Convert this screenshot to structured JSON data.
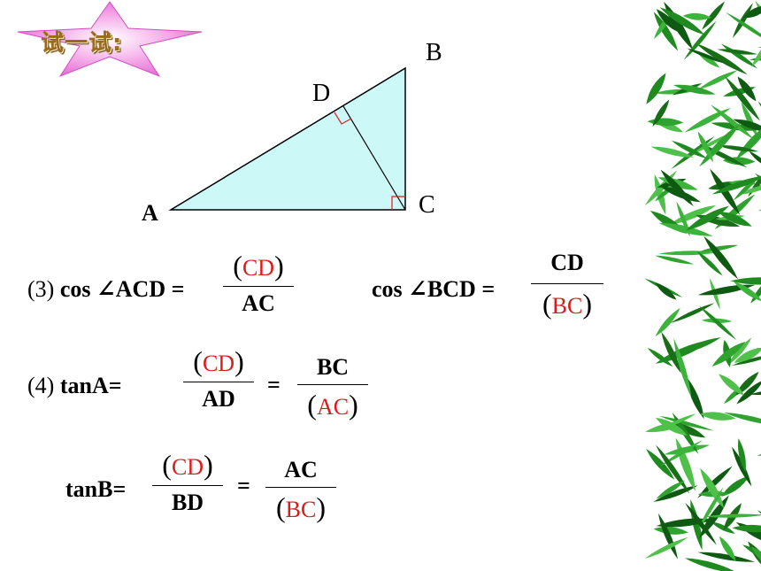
{
  "badge": {
    "text": "试一试:"
  },
  "figure": {
    "labels": {
      "A": "A",
      "B": "B",
      "C": "C",
      "D": "D"
    },
    "colors": {
      "fill": "#ccf8f8",
      "right_angle_mark": "#e01a1a"
    }
  },
  "row3": {
    "prefix": "(3)",
    "left_label": "cos ∠ACD =",
    "left_num": "CD",
    "left_den": "AC",
    "right_label": "cos ∠BCD =",
    "right_num": "CD",
    "right_den": "BC"
  },
  "row4": {
    "prefix": "(4)",
    "label": "tanA=",
    "num1": "CD",
    "den1": "AD",
    "eq": "=",
    "num2": "BC",
    "den2": "AC"
  },
  "row5": {
    "label": "tanB=",
    "num1": "CD",
    "den1": "BD",
    "eq": "=",
    "num2": "AC",
    "den2": "BC"
  },
  "paren_open": "(",
  "paren_close": ")",
  "colors": {
    "answer": "#e01a1a",
    "bamboo_leaf": "#1f8a1f"
  }
}
